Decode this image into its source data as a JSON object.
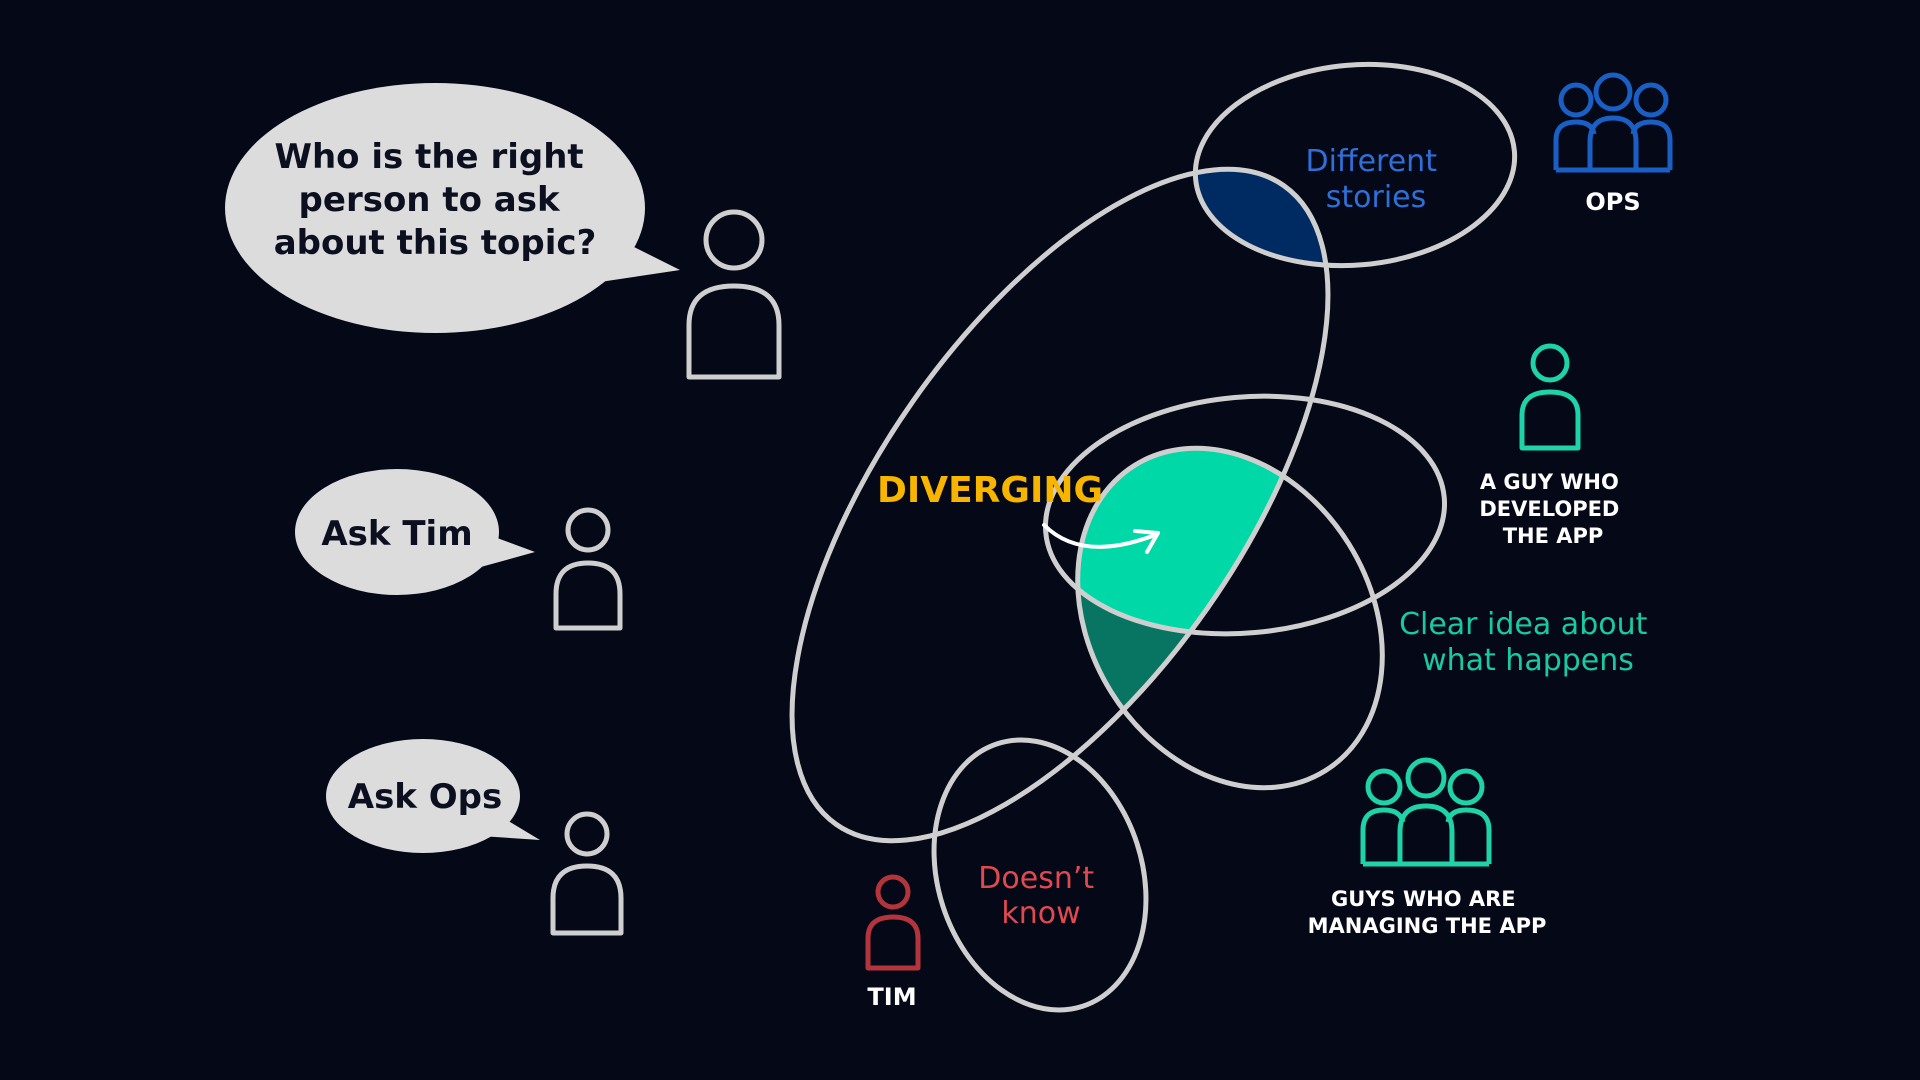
{
  "bubbles": {
    "question": [
      "Who is the right",
      "person to ask",
      "about this topic?"
    ],
    "ask_tim": "Ask Tim",
    "ask_ops": "Ask Ops"
  },
  "regions": {
    "different": [
      "Different",
      "stories"
    ],
    "clear_idea": [
      "Clear idea about",
      "what happens"
    ],
    "doesnt_know": [
      "Doesn’t",
      "know"
    ]
  },
  "center_label": "DIVERGING",
  "people": {
    "ops": "OPS",
    "developer": [
      "A GUY WHO",
      "DEVELOPED",
      "THE APP"
    ],
    "managers": [
      "GUYS WHO ARE",
      "MANAGING THE APP"
    ],
    "tim": "TIM"
  },
  "colors": {
    "background": "#040817",
    "outline": "#cfcfcf",
    "bubble_fill": "#dcdcdc",
    "bubble_text": "#0b0f1f",
    "blue_text": "#2f6fd6",
    "blue_icon": "#1a5fc4",
    "blue_fill": "#002a62",
    "green_text": "#19c9a2",
    "green_icon": "#1fd3a8",
    "green_fill": "#00d8a8",
    "green_dark_fill": "#077562",
    "red_text": "#e04a4f",
    "red_icon": "#b4343c",
    "yellow": "#f7b500",
    "white": "#ffffff"
  }
}
